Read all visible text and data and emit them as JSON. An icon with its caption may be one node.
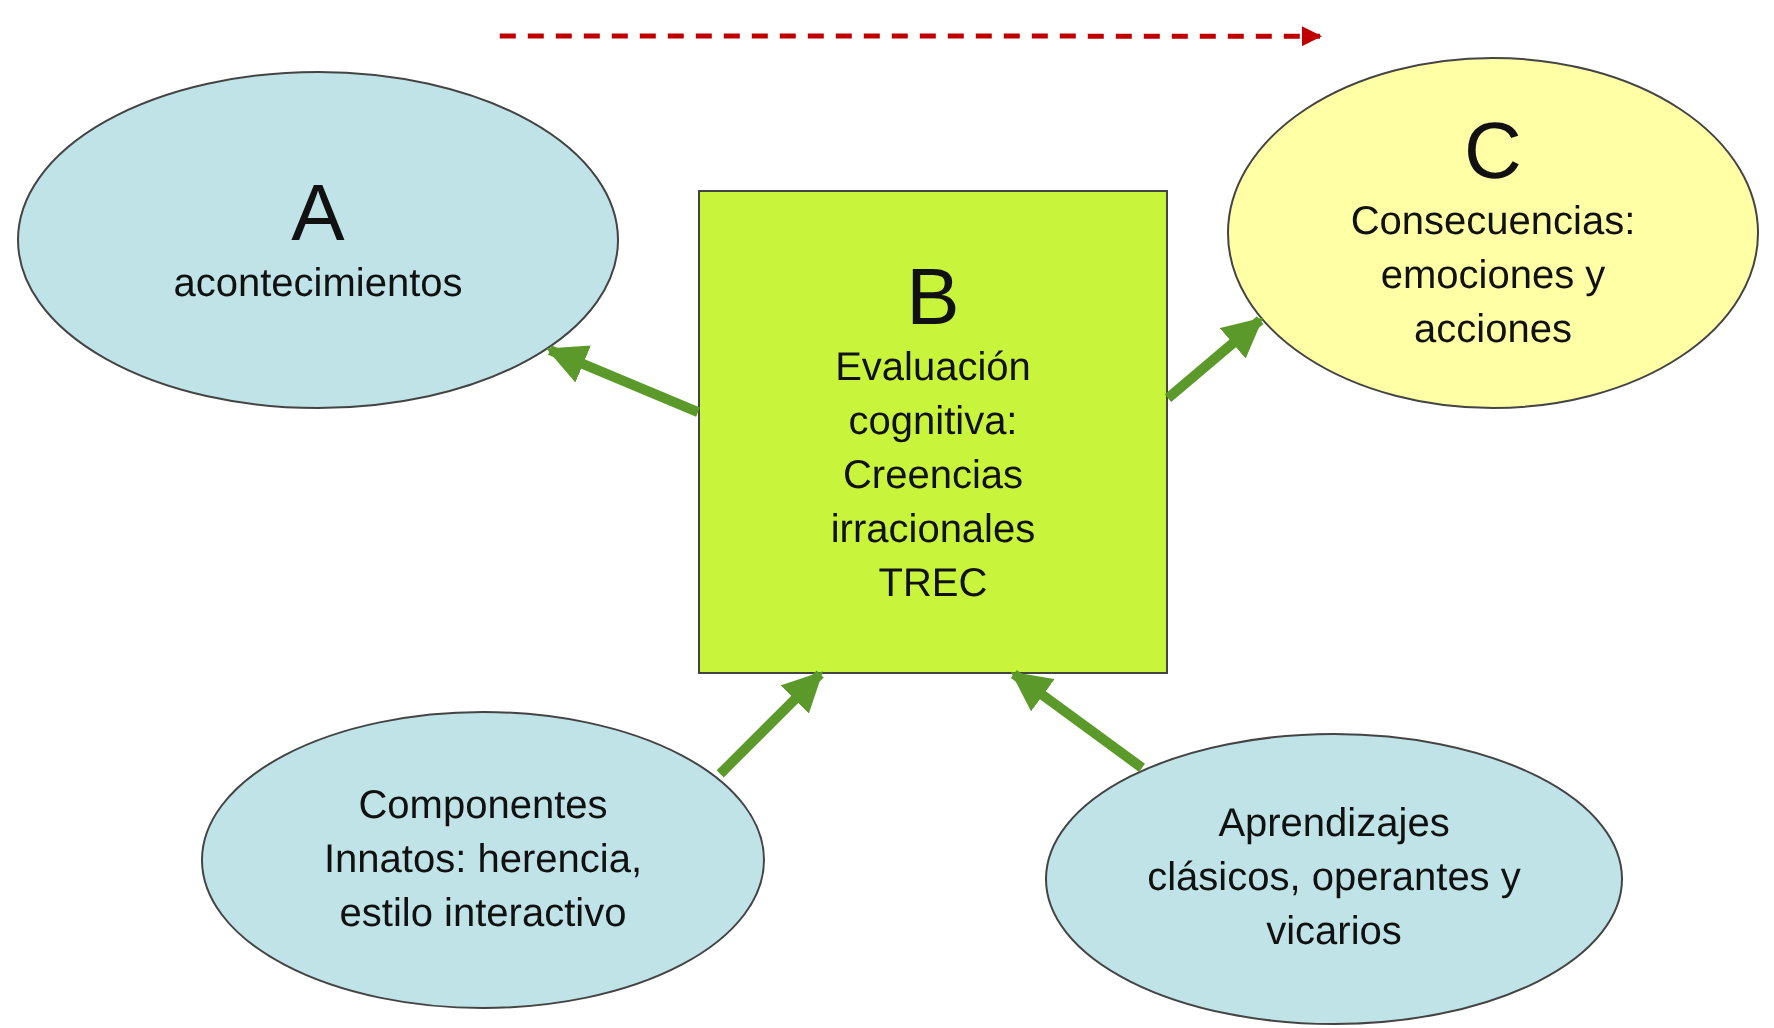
{
  "diagram": {
    "nodes": [
      {
        "text": [
          "A",
          "acontecimientos"
        ]
      },
      {
        "text": [
          "B",
          "Evaluación cognitiva: Creencias irracionales TREC"
        ]
      },
      {
        "text": [
          "C",
          "Consecuencias: emociones y acciones"
        ]
      },
      {
        "text": [
          "Componentes Innatos: herencia, estilo interactivo"
        ]
      },
      {
        "text": [
          "Aprendizajes clásicos, operantes y vicarios"
        ]
      }
    ],
    "edges": [
      {
        "from": 1,
        "to": 0,
        "arrow": "to"
      },
      {
        "from": 1,
        "to": 2,
        "arrow": "to"
      },
      {
        "from": 3,
        "to": 1,
        "arrow": "to"
      },
      {
        "from": 4,
        "to": 1,
        "arrow": "to"
      },
      {
        "from": 0,
        "to": 2,
        "arrow": "to",
        "style": "dashed",
        "color": "#c00000"
      }
    ]
  }
}
